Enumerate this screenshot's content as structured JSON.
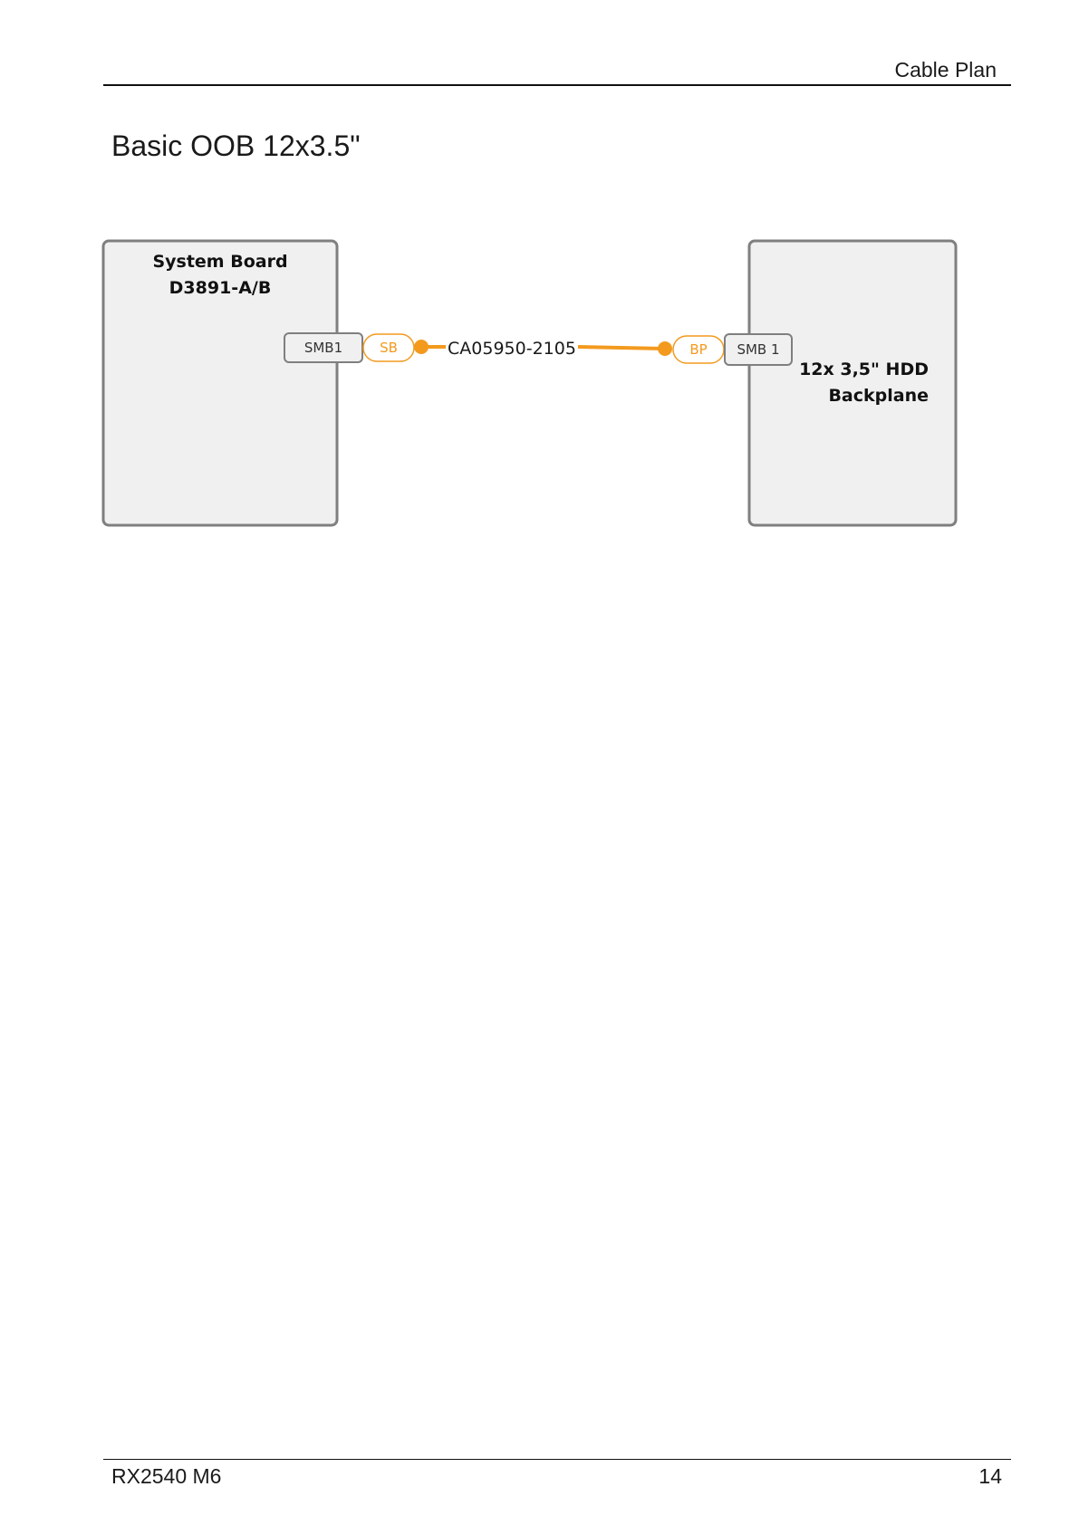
{
  "header": {
    "section": "Cable Plan"
  },
  "title": "Basic OOB 12x3.5\"",
  "diagram": {
    "left_box": {
      "line1": "System Board",
      "line2": "D3891-A/B",
      "connector": "SMB1",
      "cable_end": "SB"
    },
    "right_box": {
      "line1": "12x 3,5\" HDD",
      "line2": "Backplane",
      "connector": "SMB 1",
      "cable_end": "BP"
    },
    "cable": {
      "part_number": "CA05950-2105",
      "color": "#f39a1e"
    },
    "box_fill": "#f0f0f0",
    "box_stroke": "#7f7f7f"
  },
  "footer": {
    "model": "RX2540 M6",
    "page": "14"
  }
}
